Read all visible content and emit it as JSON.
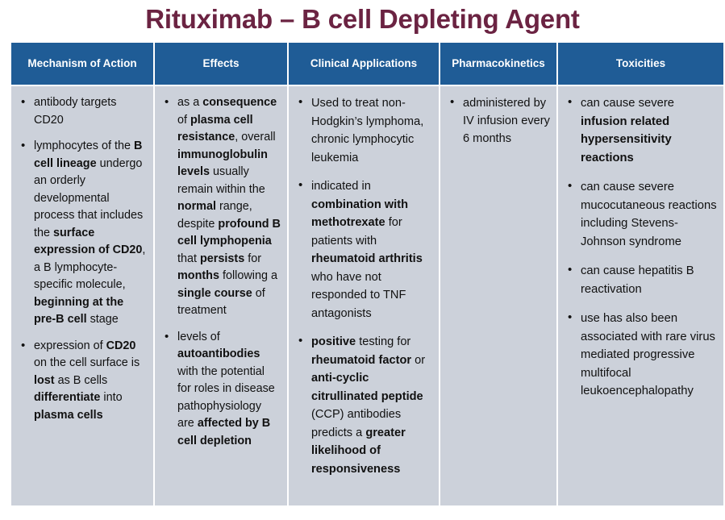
{
  "slide": {
    "title": "Rituximab – B cell Depleting Agent",
    "title_color": "#6B2342",
    "header_bg": "#1F5C96",
    "cell_bg": "#CCD1DA"
  },
  "table": {
    "headers": [
      "Mechanism of Action",
      "Effects",
      "Clinical Applications",
      "Pharmacokinetics",
      "Toxicities"
    ],
    "columns": [
      {
        "key": "mechanism-of-action",
        "bullets": [
          [
            {
              "t": "antibody targets CD20",
              "b": false
            }
          ],
          [
            {
              "t": "lymphocytes of the ",
              "b": false
            },
            {
              "t": "B cell lineage",
              "b": true
            },
            {
              "t": " undergo an orderly developmental process that includes the ",
              "b": false
            },
            {
              "t": "surface expression of CD20",
              "b": true
            },
            {
              "t": ", a B lymphocyte-specific molecule, ",
              "b": false
            },
            {
              "t": "beginning at the pre-B cell",
              "b": true
            },
            {
              "t": " stage",
              "b": false
            }
          ],
          [
            {
              "t": "expression of ",
              "b": false
            },
            {
              "t": "CD20",
              "b": true
            },
            {
              "t": " on the cell surface is ",
              "b": false
            },
            {
              "t": "lost",
              "b": true
            },
            {
              "t": " as B cells ",
              "b": false
            },
            {
              "t": "differentiate",
              "b": true
            },
            {
              "t": " into ",
              "b": false
            },
            {
              "t": "plasma cells",
              "b": true
            }
          ]
        ]
      },
      {
        "key": "effects",
        "bullets": [
          [
            {
              "t": "as a ",
              "b": false
            },
            {
              "t": "consequence",
              "b": true
            },
            {
              "t": " of ",
              "b": false
            },
            {
              "t": "plasma cell resistance",
              "b": true
            },
            {
              "t": ", overall ",
              "b": false
            },
            {
              "t": "immunoglobulin levels",
              "b": true
            },
            {
              "t": " usually remain within the ",
              "b": false
            },
            {
              "t": "normal",
              "b": true
            },
            {
              "t": " range, despite ",
              "b": false
            },
            {
              "t": "profound B cell lymphopenia",
              "b": true
            },
            {
              "t": " that ",
              "b": false
            },
            {
              "t": "persists",
              "b": true
            },
            {
              "t": " for ",
              "b": false
            },
            {
              "t": "months",
              "b": true
            },
            {
              "t": " following a ",
              "b": false
            },
            {
              "t": "single course",
              "b": true
            },
            {
              "t": " of treatment",
              "b": false
            }
          ],
          [
            {
              "t": "levels of ",
              "b": false
            },
            {
              "t": "autoantibodies",
              "b": true
            },
            {
              "t": " with the potential for roles in disease pathophysiology are ",
              "b": false
            },
            {
              "t": "affected by B cell depletion",
              "b": true
            }
          ]
        ]
      },
      {
        "key": "clinical-applications",
        "bullets": [
          [
            {
              "t": "Used to treat non-Hodgkin’s lymphoma, chronic lymphocytic leukemia",
              "b": false
            }
          ],
          [
            {
              "t": "indicated in ",
              "b": false
            },
            {
              "t": "combination with methotrexate",
              "b": true
            },
            {
              "t": " for patients with ",
              "b": false
            },
            {
              "t": "rheumatoid arthritis",
              "b": true
            },
            {
              "t": " who have not responded to TNF antagonists",
              "b": false
            }
          ],
          [
            {
              "t": "positive",
              "b": true
            },
            {
              "t": " testing for ",
              "b": false
            },
            {
              "t": "rheumatoid factor",
              "b": true
            },
            {
              "t": " or ",
              "b": false
            },
            {
              "t": "anti-cyclic citrullinated peptide",
              "b": true
            },
            {
              "t": " (CCP) antibodies predicts a ",
              "b": false
            },
            {
              "t": "greater likelihood of responsiveness",
              "b": true
            }
          ]
        ]
      },
      {
        "key": "pharmacokinetics",
        "bullets": [
          [
            {
              "t": "administered by IV infusion every 6 months",
              "b": false
            }
          ]
        ]
      },
      {
        "key": "toxicities",
        "bullets": [
          [
            {
              "t": "can cause severe ",
              "b": false
            },
            {
              "t": "infusion related hypersensitivity reactions",
              "b": true
            }
          ],
          [
            {
              "t": "can cause severe mucocutaneous reactions including Stevens-Johnson syndrome",
              "b": false
            }
          ],
          [
            {
              "t": "can cause hepatitis B reactivation",
              "b": false
            }
          ],
          [
            {
              "t": "use has also been associated with rare virus mediated progressive multifocal leukoencephalopathy",
              "b": false
            }
          ]
        ]
      }
    ]
  }
}
